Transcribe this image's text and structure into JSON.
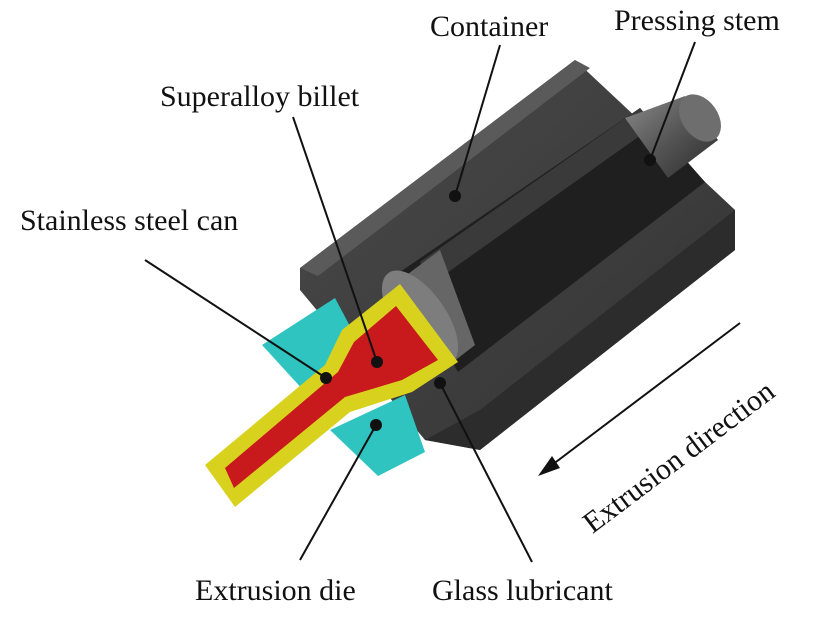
{
  "labels": {
    "container": "Container",
    "pressing_stem": "Pressing stem",
    "superalloy_billet": "Superalloy billet",
    "stainless_steel_can": "Stainless steel can",
    "extrusion_die": "Extrusion die",
    "glass_lubricant": "Glass lubricant",
    "extrusion_direction": "Extrusion direction"
  },
  "colors": {
    "container": "#3c3c3c",
    "die": "#2fc4c0",
    "can": "#d8d21e",
    "billet": "#c8191c"
  }
}
